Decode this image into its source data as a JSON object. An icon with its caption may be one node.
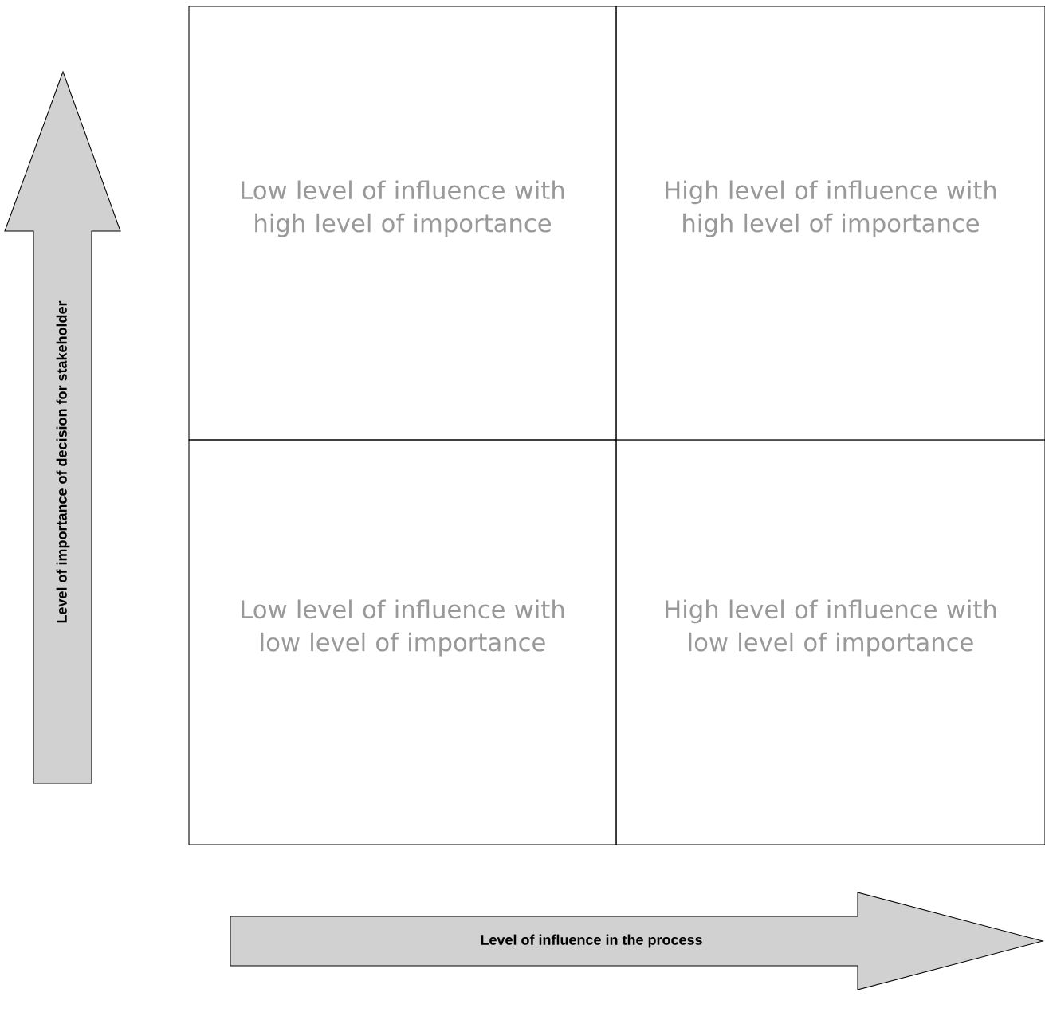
{
  "diagram": {
    "nodes": [
      {
        "text": [
          "Level of importance of decision for stakeholder"
        ]
      },
      {
        "text": [
          "Low level of influence with high level of importance"
        ]
      },
      {
        "text": [
          "High level of influence with high level of importance"
        ]
      },
      {
        "text": [
          "Low level of influence with low level of importance"
        ]
      },
      {
        "text": [
          "High level of influence with low level of importance"
        ]
      },
      {
        "text": [
          "Level of influence in the process"
        ]
      }
    ]
  }
}
